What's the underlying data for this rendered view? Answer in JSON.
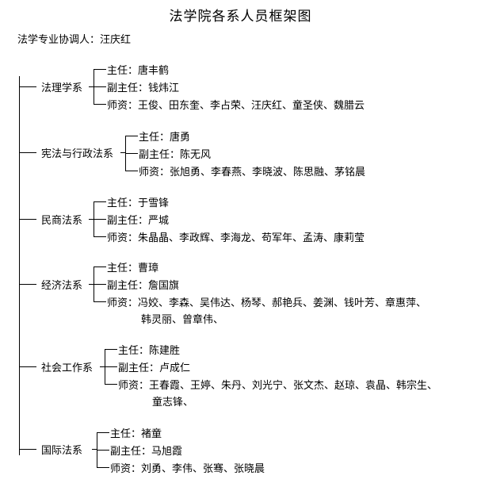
{
  "title": "法学院各系人员框架图",
  "coordinator": "法学专业协调人：汪庆红",
  "departments": [
    {
      "name": "法理学系",
      "head": "主任：唐丰鹤",
      "deputy": "副主任：钱炜江",
      "faculty": [
        "师资：王俊、田东奎、李占荣、汪庆红、童圣侠、魏腊云"
      ]
    },
    {
      "name": "宪法与行政法系",
      "head": "主任：唐勇",
      "deputy": "副主任：陈无风",
      "faculty": [
        "师资：张旭勇、李春燕、李晓波、陈思融、茅铭晨"
      ]
    },
    {
      "name": "民商法系",
      "head": "主任：于雪锋",
      "deputy": "副主任：严城",
      "faculty": [
        "师资：朱晶晶、李政辉、李海龙、苟军年、孟涛、康莉莹"
      ]
    },
    {
      "name": "经济法系",
      "head": "主任：曹璋",
      "deputy": "副主任：詹国旗",
      "faculty": [
        "师资：冯姣、李森、吴伟达、杨琴、郝艳兵、姜渊、钱叶芳、章惠萍、",
        "韩灵丽、曾章伟、"
      ]
    },
    {
      "name": "社会工作系",
      "head": "主任：陈建胜",
      "deputy": "副主任：卢成仁",
      "faculty": [
        "师资：王春霞、王婷、朱丹、刘光宁、张文杰、赵琼、袁晶、韩宗生、",
        "童志锋、"
      ]
    },
    {
      "name": "国际法系",
      "head": "主任：褚童",
      "deputy": "副主任：马旭霞",
      "faculty": [
        "师资：刘勇、李伟、张骞、张晓晨"
      ]
    }
  ]
}
